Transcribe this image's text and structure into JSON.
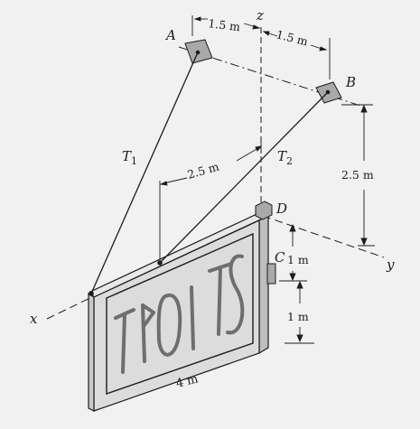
{
  "points": {
    "A": "A",
    "B": "B",
    "C": "C",
    "D": "D"
  },
  "axes": {
    "x": "x",
    "y": "y",
    "z": "z"
  },
  "cables": {
    "t1": "T",
    "t1_sub": "1",
    "t2": "T",
    "t2_sub": "2"
  },
  "dimensions": {
    "a_to_z": "1.5 m",
    "z_to_b": "1.5 m",
    "cable_attach_offset": "2.5 m",
    "b_height": "2.5 m",
    "d_to_c": "1 m",
    "c_to_bottom": "1 m",
    "sign_width": "4 m"
  },
  "colors": {
    "ink": "#1c1c1c",
    "paper": "#f1f1f1",
    "plate": "#a9a9a9",
    "sign_face": "#dcdcdc",
    "sign_edge": "#bdbdbd"
  }
}
